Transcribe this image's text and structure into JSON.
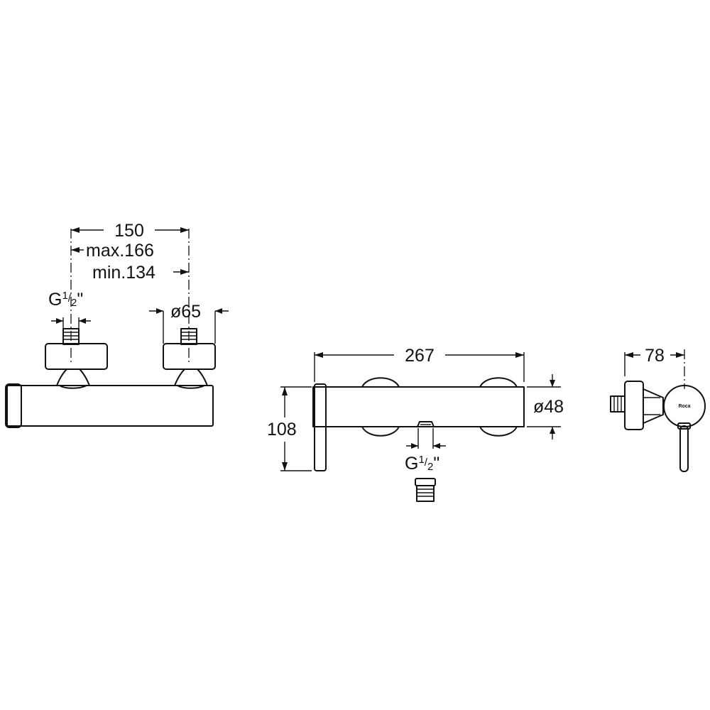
{
  "front_view": {
    "dim_spacing": "150",
    "dim_max": "max.166",
    "dim_min": "min.134",
    "dim_inlet_thread": {
      "letter": "G",
      "num": "1",
      "slash": "/",
      "den": "2",
      "quote": "\""
    },
    "dim_flange": "ø65"
  },
  "top_view": {
    "dim_length": "267",
    "dim_height": "108",
    "dim_body": "ø48",
    "dim_outlet_thread": {
      "letter": "G",
      "num": "1",
      "slash": "/",
      "den": "2",
      "quote": "\""
    }
  },
  "side_view": {
    "dim_depth": "78",
    "logo_text": "Roca"
  },
  "colors": {
    "line": "#111111",
    "background": "#ffffff"
  }
}
